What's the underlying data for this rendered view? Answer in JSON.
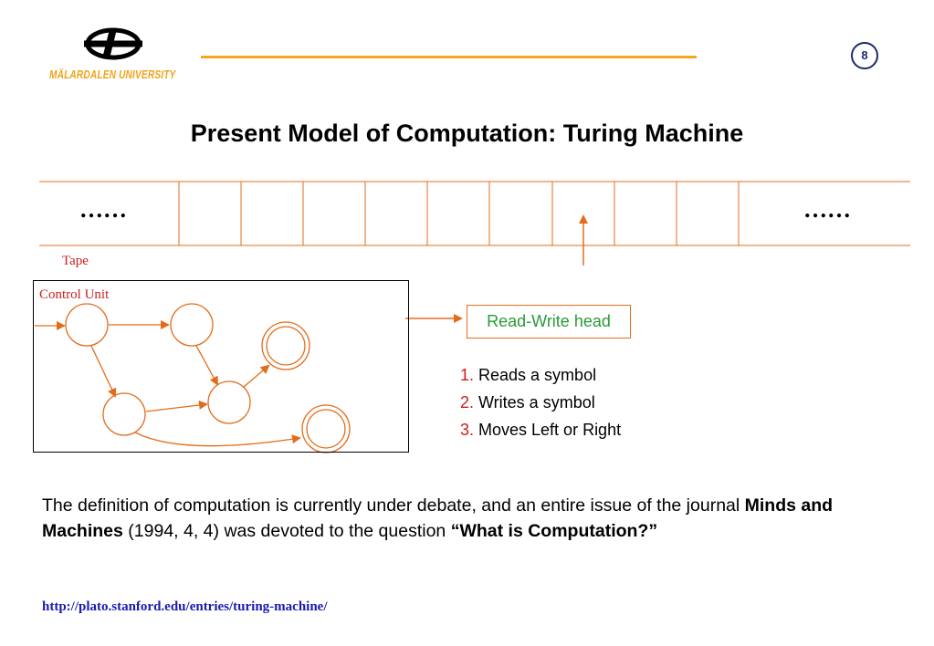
{
  "header": {
    "logo_text": "MÄLARDALEN UNIVERSITY",
    "page_number": "8"
  },
  "title": "Present Model of Computation: Turing Machine",
  "tape": {
    "left_ellipsis": "……",
    "right_ellipsis": "……",
    "label": "Tape"
  },
  "control_unit": {
    "label": "Control Unit"
  },
  "read_write_head": {
    "label": "Read-Write head"
  },
  "steps": [
    {
      "num": "1.",
      "text": " Reads a symbol"
    },
    {
      "num": "2.",
      "text": " Writes a symbol"
    },
    {
      "num": "3.",
      "text": " Moves Left or Right"
    }
  ],
  "paragraph": {
    "part1": "The definition of computation is currently under debate, and an entire issue of the journal ",
    "bold1": "Minds and Machines",
    "part2": " (1994, 4, 4) was devoted to the question ",
    "bold2": "“What is Computation?”"
  },
  "reference_url": "http://plato.stanford.edu/entries/turing-machine/",
  "colors": {
    "accent_orange": "#f6a623",
    "diagram_orange": "#e36c1b",
    "label_red": "#cc2020",
    "rw_green": "#2a9a3a",
    "link_blue": "#1a1ab0",
    "page_badge_navy": "#1a2b6b"
  }
}
